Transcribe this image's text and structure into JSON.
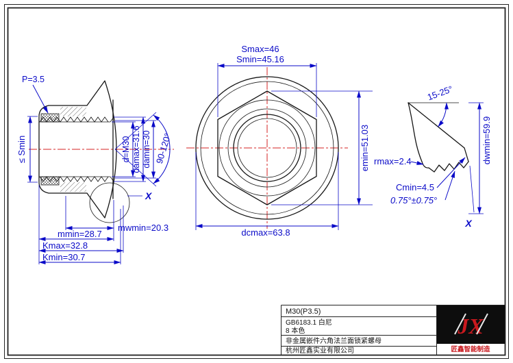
{
  "drawing": {
    "section_view": {
      "p": "P=3.5",
      "smin": "≤ Smin",
      "d": "d=M30",
      "damax": "damax=31.6",
      "damin": "damin=30",
      "angle": "90-120°",
      "detail_ref": "X",
      "mwmin": "mwmin=20.3",
      "mmin": "mmin=28.7",
      "kmax": "Kmax=32.8",
      "kmin": "Kmin=30.7"
    },
    "front_view": {
      "smax": "Smax=46",
      "smin": "Smin=45.16",
      "emin": "emin=51.03",
      "dcmax": "dcmax=63.8"
    },
    "detail_view": {
      "angle": "15-25°",
      "dwmin": "dwmin=59.9",
      "rmax": "rmax=2.4",
      "cmin": "Cmin=4.5",
      "taper": "0.75°±0.75°",
      "detail_ref": "X"
    }
  },
  "title_block": {
    "spec": "M30(P3.5)",
    "standard": "GB6183.1 白尼",
    "grade_finish": "8 本色",
    "part_name": "非金属嵌件六角法兰面锁紧螺母",
    "company": "杭州匠鑫实业有限公司",
    "logo": "JX",
    "logo_caption": "匠鑫智能制造"
  },
  "colors": {
    "dimension_blue": "#0a0ac8",
    "centerline_red": "#d42222",
    "geometry_black": "#151515",
    "logo_red": "#c8191e"
  }
}
